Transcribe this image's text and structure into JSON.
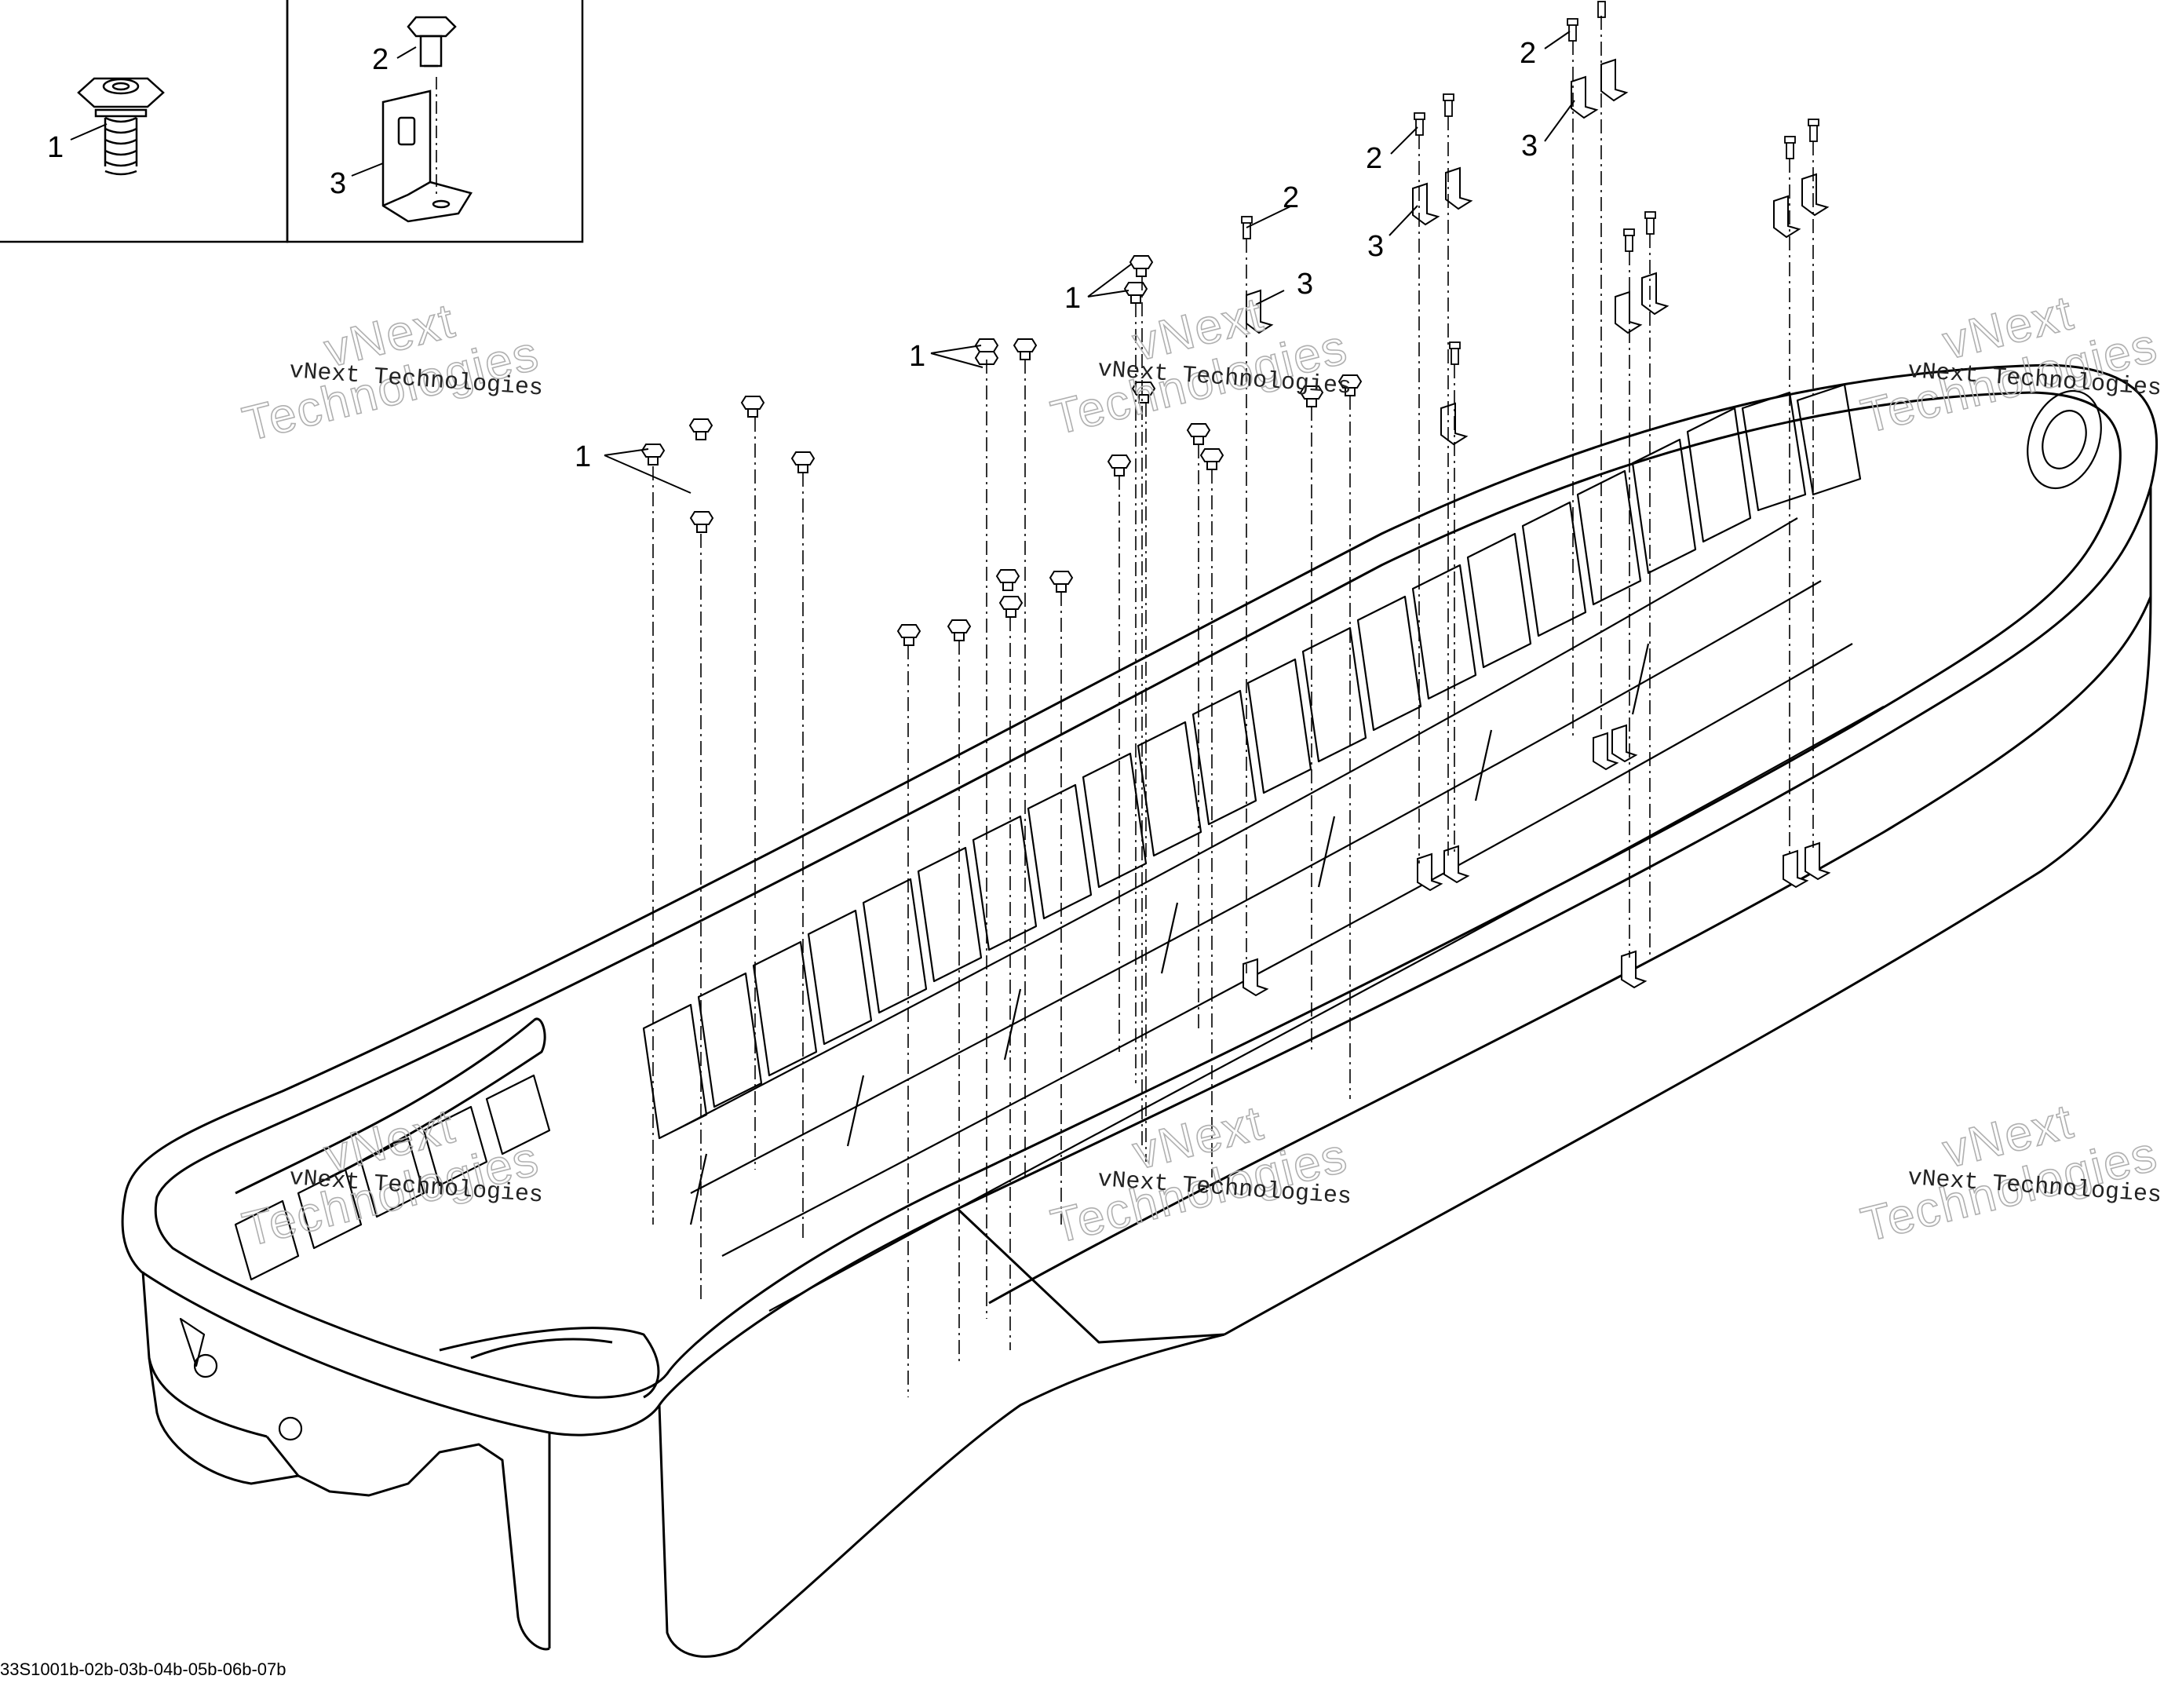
{
  "diagram": {
    "reference_code": "33S1001b-02b-03b-04b-05b-06b-07b",
    "callouts": {
      "plug": "1",
      "bolt": "2",
      "bracket": "3"
    },
    "watermark": {
      "line1": "vNext Technologies",
      "outline_top": "vNext",
      "outline_bottom": "Technologies"
    },
    "colors": {
      "line": "#000000",
      "background": "#ffffff",
      "watermark_outline": "#b0b0b0"
    }
  }
}
